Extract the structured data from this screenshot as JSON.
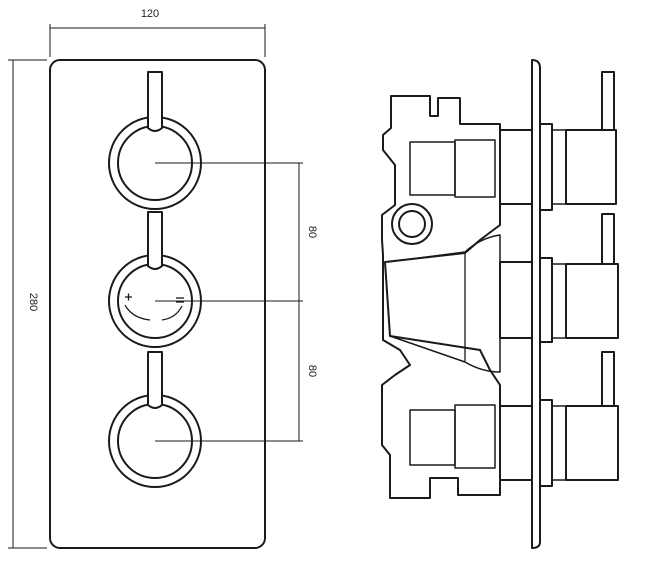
{
  "dimensions": {
    "width": "120",
    "height": "280",
    "spacing_upper": "80",
    "spacing_lower": "80"
  },
  "colors": {
    "line": "#1a1a1a",
    "background": "#ffffff"
  }
}
